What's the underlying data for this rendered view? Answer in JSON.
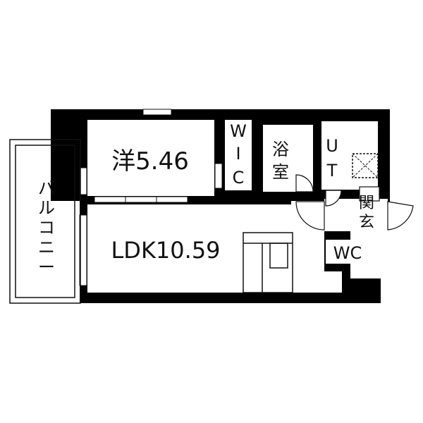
{
  "rooms": {
    "western_room": "洋5.46",
    "wic": [
      "W",
      "I",
      "C"
    ],
    "bath": [
      "浴",
      "室"
    ],
    "utility": [
      "U",
      "T"
    ],
    "ldk": "LDK10.59",
    "entrance": [
      "玄",
      "関"
    ],
    "toilet": "WC",
    "balcony": [
      "バ",
      "ル",
      "コ",
      "ニ",
      "ー"
    ]
  },
  "colors": {
    "wall": "#000000",
    "floor": "#ffffff",
    "line": "#111111"
  }
}
